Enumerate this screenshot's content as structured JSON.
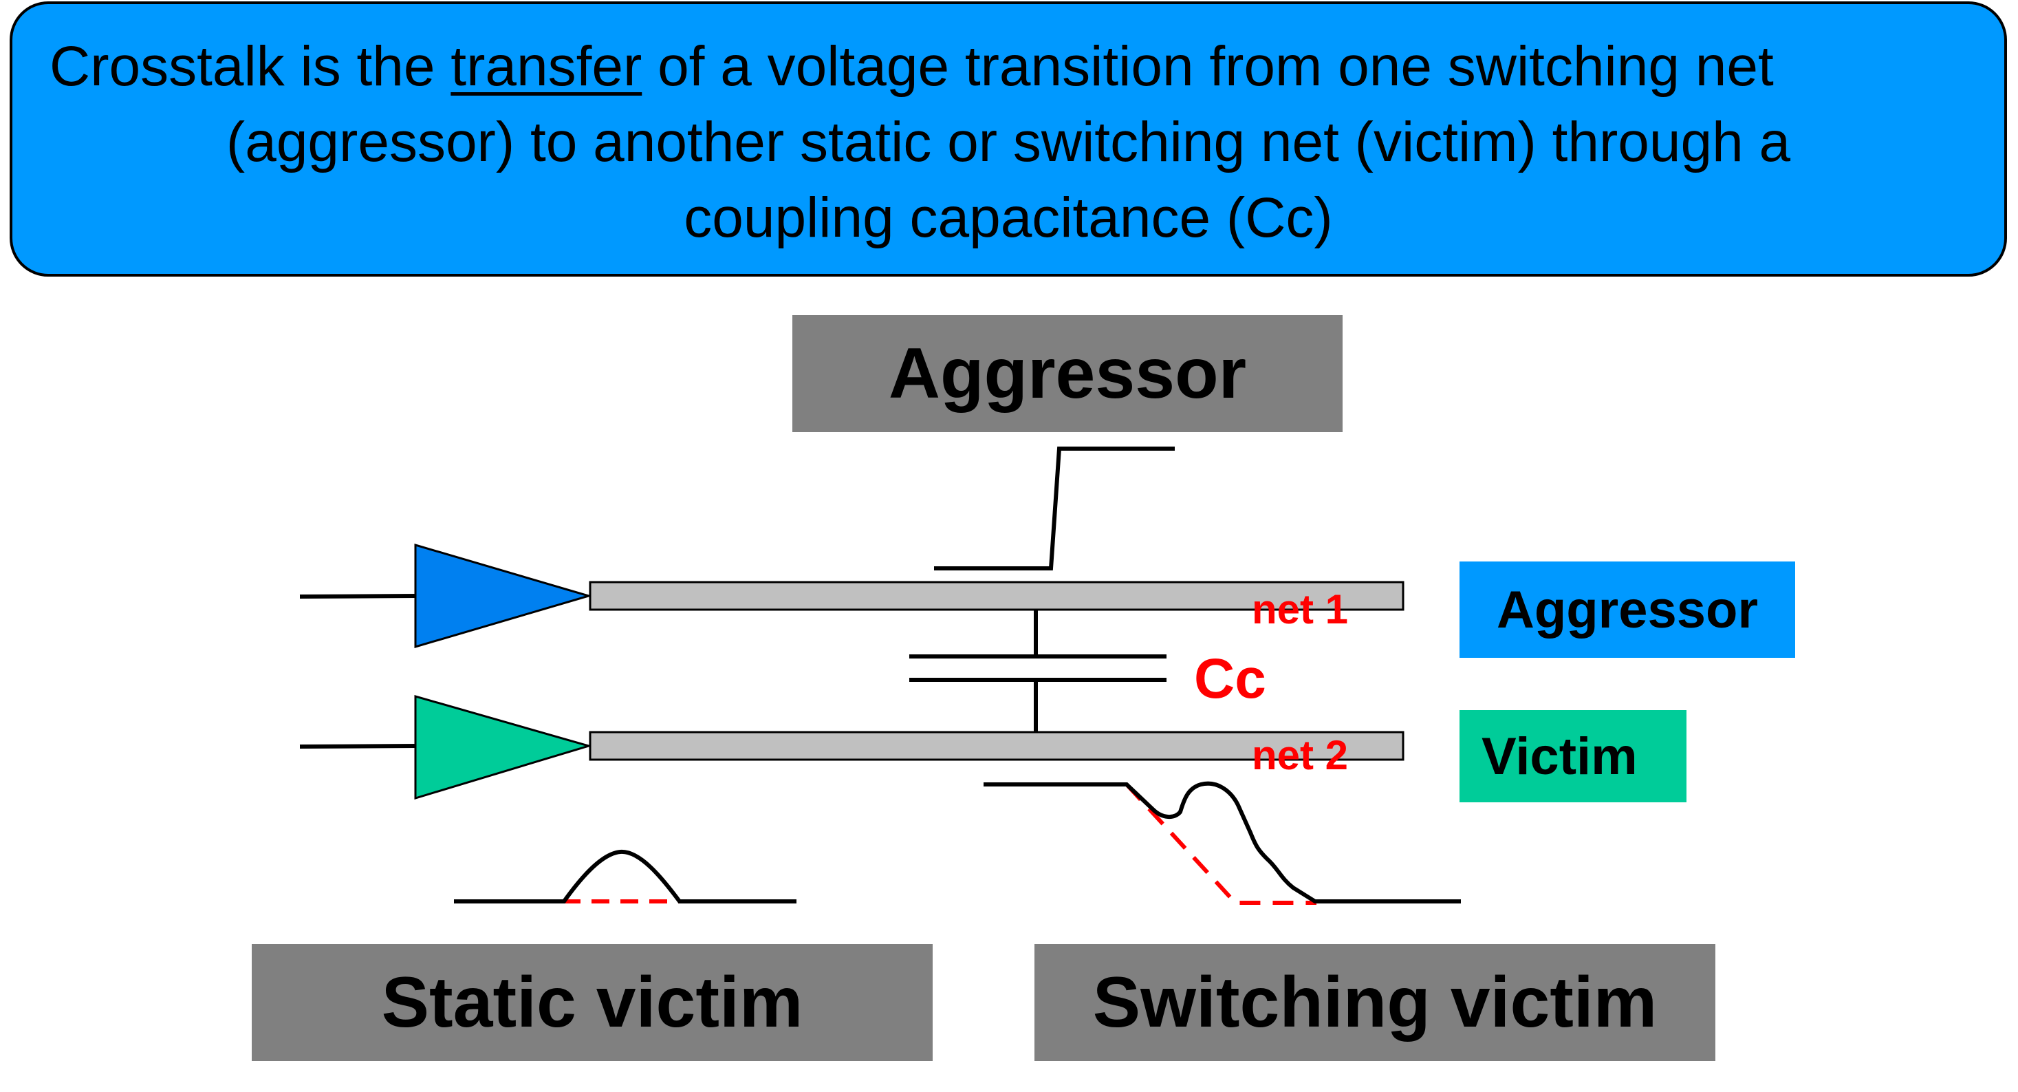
{
  "definition": {
    "line1_before": "Crosstalk is the ",
    "line1_underlined": "transfer",
    "line1_after": " of a voltage transition from one switching net",
    "line2": "(aggressor) to another static or switching net (victim) through a",
    "line3": "coupling capacitance (Cc)"
  },
  "labels": {
    "aggressor_top": "Aggressor",
    "aggressor_side": "Aggressor",
    "victim_side": "Victim",
    "static_victim": "Static victim",
    "switching_victim": "Switching victim",
    "net1": "net 1",
    "net2": "net 2",
    "coupling_cap": "Cc"
  },
  "colors": {
    "definition_bg": "#0099ff",
    "aggressor": "#0099ff",
    "victim": "#00cc99",
    "label_gray": "#808080",
    "wire_gray": "#c0c0c0",
    "annotation_red": "#ff0000"
  }
}
